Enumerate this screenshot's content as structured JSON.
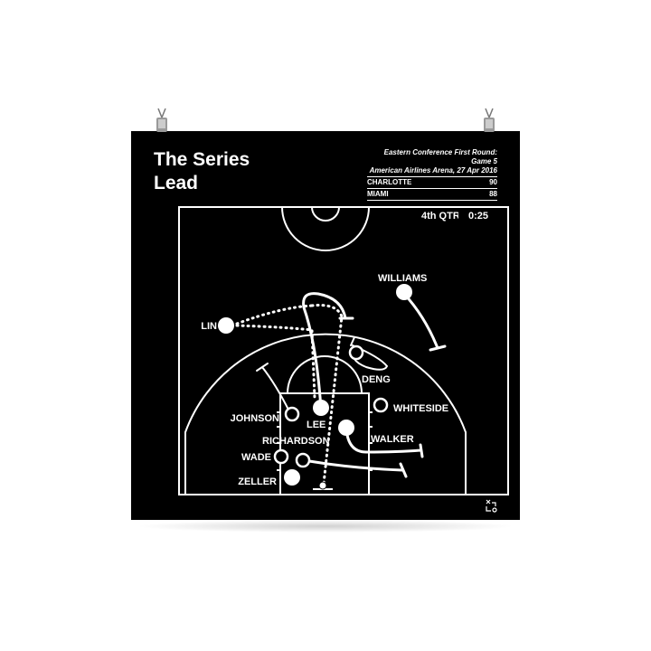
{
  "poster": {
    "title": "The Series Lead",
    "title_lines": [
      "The Series",
      "Lead"
    ],
    "game": "Eastern Conference First Round: Game 5",
    "venue_date": "American Airlines Arena, 27 Apr 2016",
    "scores": [
      {
        "team": "CHARLOTTE",
        "score": "90"
      },
      {
        "team": "MIAMI",
        "score": "88"
      }
    ],
    "period": "4th QTR",
    "clock": "0:25"
  },
  "players": {
    "lin": "LIN",
    "williams": "WILLIAMS",
    "deng": "DENG",
    "whiteside": "WHITESIDE",
    "johnson": "JOHNSON",
    "lee": "LEE",
    "richardson": "RICHARDSON",
    "walker": "WALKER",
    "wade": "WADE",
    "zeller": "ZELLER"
  },
  "colors": {
    "poster": "#000000",
    "ink": "#ffffff"
  }
}
